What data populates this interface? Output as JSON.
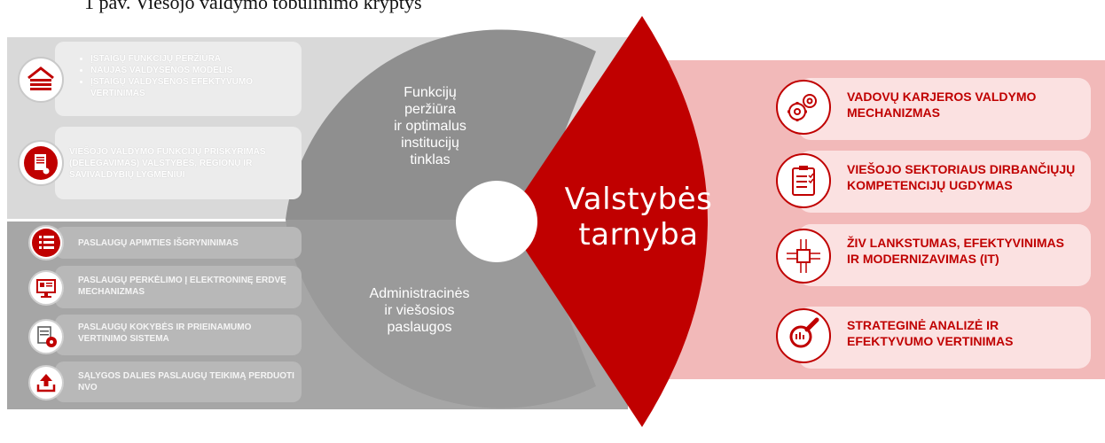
{
  "caption": "1 pav. Viešojo valdymo tobulinimo kryptys",
  "center": {
    "title_line1": "Valstybės",
    "title_line2": "tarnyba"
  },
  "ring": {
    "top_label": [
      "Funkcijų",
      "peržiūra",
      "ir optimalus",
      "institucijų",
      "tinklas"
    ],
    "bottom_label": [
      "Administracinės",
      "ir viešosios",
      "paslaugos"
    ]
  },
  "left_top": [
    {
      "icon": "building-icon",
      "bullets": [
        "Įstaigų funkcijų peržiūra",
        "Naujas valdysenos modelis",
        "Įstaigų valdysenos efektyvumo vertinimas"
      ]
    },
    {
      "icon": "certificate-icon",
      "text": "Viešojo valdymo funkcijų priskyrimas (delegavimas) valstybės, regionų ir savivaldybių lygmeniui"
    }
  ],
  "left_bottom": [
    {
      "icon": "list-icon",
      "text": "Paslaugų apimties išgryninimas"
    },
    {
      "icon": "monitor-icon",
      "text": "Paslaugų perkėlimo į elektroninę erdvę mechanizmas"
    },
    {
      "icon": "settings-document-icon",
      "text": "Paslaugų kokybės ir prieinamumo vertinimo sistema"
    },
    {
      "icon": "upload-icon",
      "text": "Sąlygos dalies paslaugų teikimą perduoti NVO"
    }
  ],
  "right": [
    {
      "icon": "gears-icon",
      "text_line1": "Vadovų karjeros valdymo",
      "text_line2": "mechanizmas"
    },
    {
      "icon": "clipboard-icon",
      "text_line1": "Viešojo sektoriaus dirbančiųjų",
      "text_line2": "kompetencijų ugdymas"
    },
    {
      "icon": "circuit-icon",
      "text_line1": "ŽIV lankstumas, efektyvinimas",
      "text_line2": "ir modernizavimas (IT)"
    },
    {
      "icon": "magnifier-icon",
      "text_line1": "Strateginė analizė ir",
      "text_line2": "efektyvumo vertinimas"
    }
  ],
  "colors": {
    "accent_red": "#c00000",
    "light_gray": "#d9d9d9",
    "mid_gray": "#a6a6a6",
    "ring_gray": "#8f8f8f",
    "pink": "#f2b9b9"
  }
}
